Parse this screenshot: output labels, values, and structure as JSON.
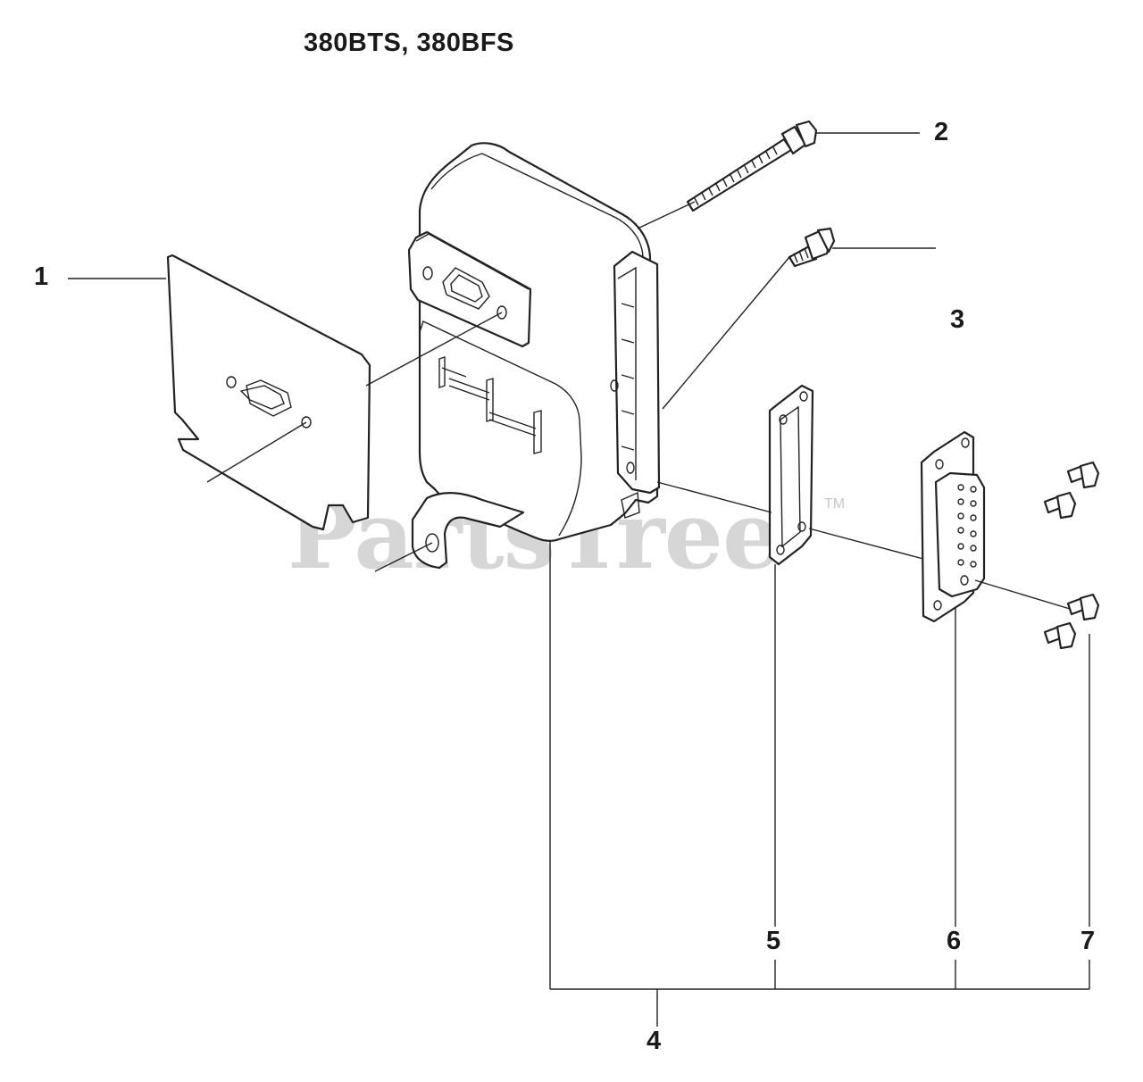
{
  "diagram": {
    "title": "380BTS, 380BFS",
    "callouts": {
      "c1": "1",
      "c2": "2",
      "c3": "3",
      "c4": "4",
      "c5": "5",
      "c6": "6",
      "c7": "7"
    },
    "watermark": "PartsTree",
    "trademark": "TM"
  }
}
